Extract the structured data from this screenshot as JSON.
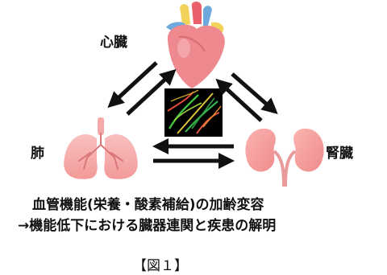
{
  "organs": {
    "heart": "心臓",
    "lung": "肺",
    "kidney": "腎臓"
  },
  "caption": {
    "line1": "血管機能(栄養・酸素補給)の加齢変容",
    "line2": "→機能低下における臓器連関と疾患の解明"
  },
  "figure_label": "【図１】",
  "colors": {
    "organ_pink": "#f5a3a3",
    "heart_red": "#e8606a",
    "arrow": "#111111",
    "vessel_bg": "#000000"
  }
}
